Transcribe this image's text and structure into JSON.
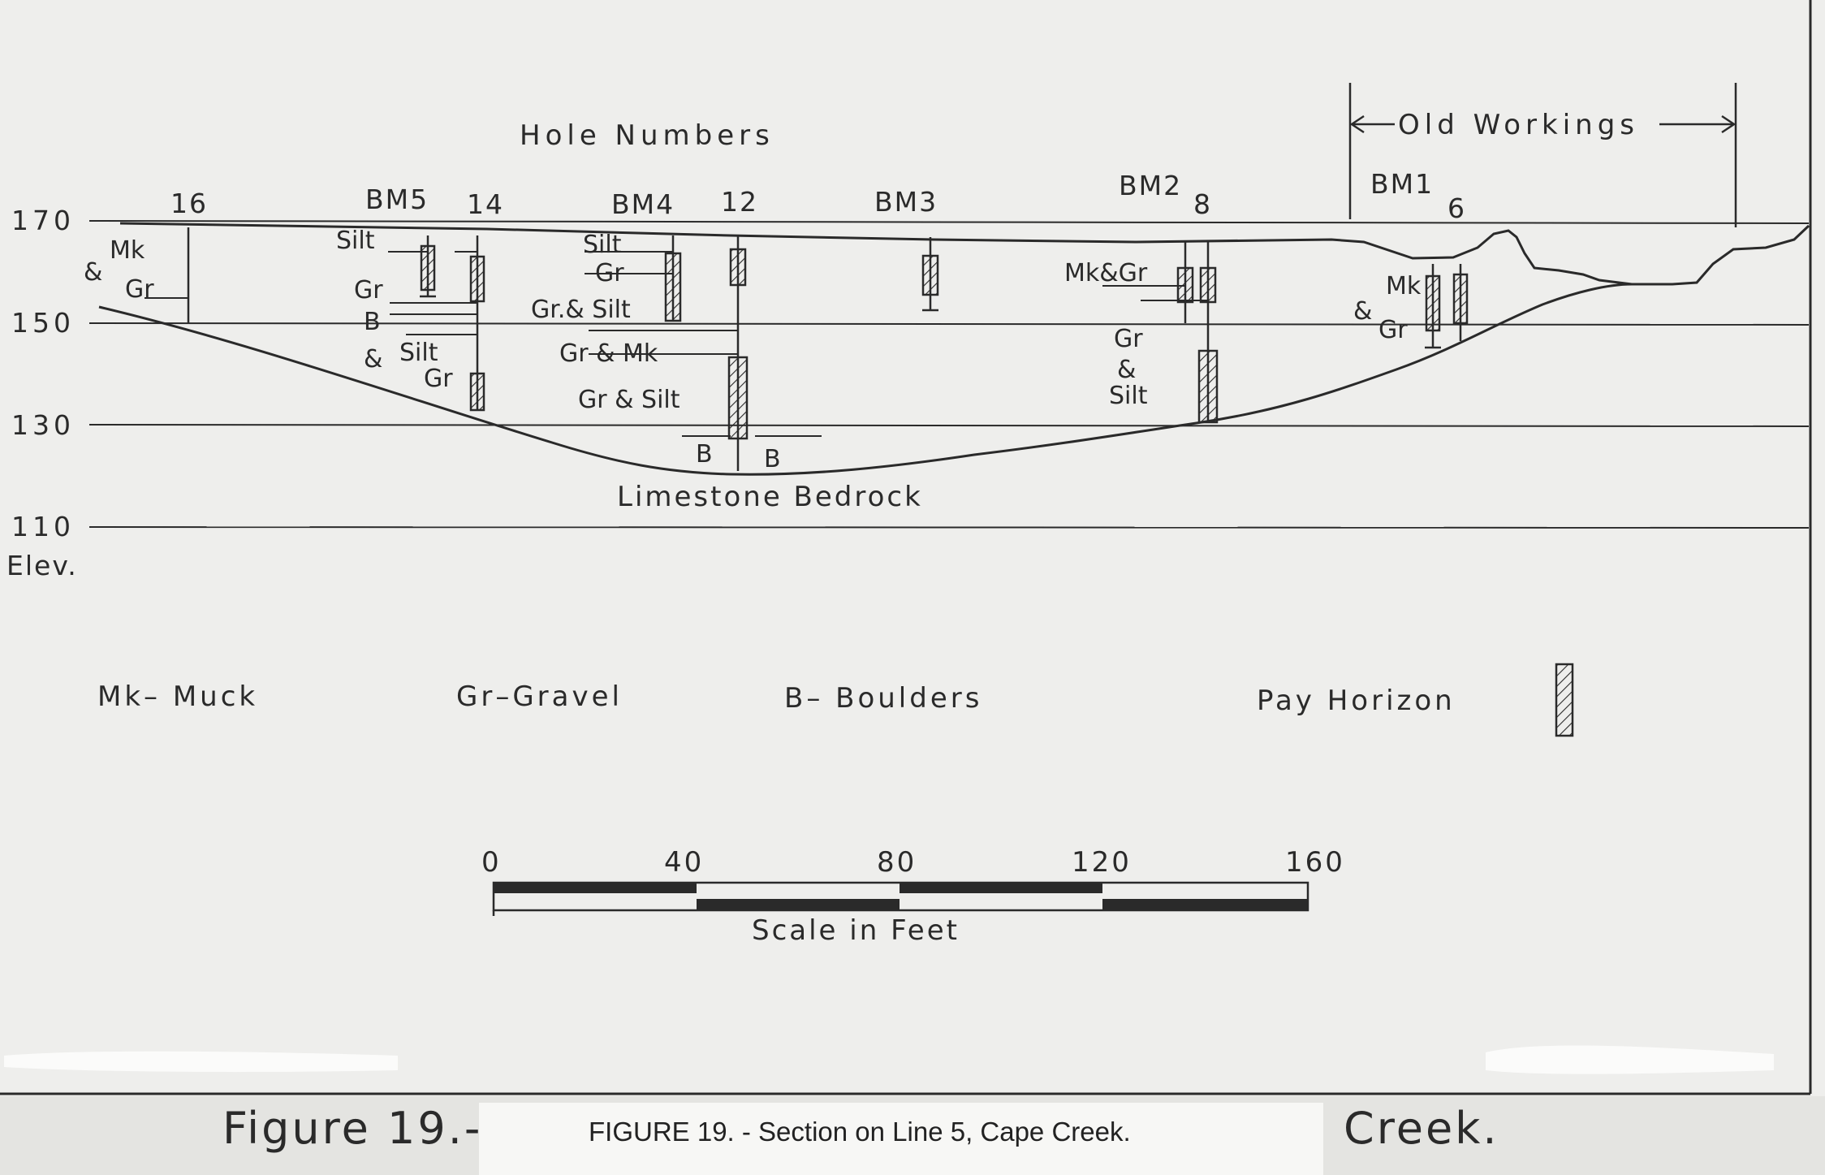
{
  "header": {
    "hole_numbers": "Hole Numbers",
    "old_workings": "Old Workings"
  },
  "elevation_axis": {
    "labels": [
      "170",
      "150",
      "130",
      "110"
    ],
    "unit": "Elev."
  },
  "holes": [
    "16",
    "BM5",
    "14",
    "BM4",
    "12",
    "BM3",
    "BM2",
    "8",
    "BM1",
    "6"
  ],
  "materials": {
    "silt": "Silt",
    "gr": "Gr",
    "mk": "Mk",
    "and": "&",
    "b": "B",
    "gr_and_silt": "Gr.& Silt",
    "gr_and_mk": "Gr & Mk",
    "gr_and_silt_2": "Gr & Silt",
    "mk_and_gr": "Mk&Gr",
    "bedrock": "Limestone Bedrock"
  },
  "legend": {
    "muck": "Mk– Muck",
    "gravel": "Gr–Gravel",
    "boulders": "B– Boulders",
    "pay_horizon": "Pay Horizon"
  },
  "scale_bar": {
    "ticks": [
      "0",
      "40",
      "80",
      "120",
      "160"
    ],
    "label": "Scale in Feet"
  },
  "caption": {
    "left_fragment": "Figure 19.-",
    "text": "FIGURE 19. - Section on Line 5, Cape Creek.",
    "right_fragment": "Creek."
  },
  "colors": {
    "paper": "#eeeeec",
    "ink": "#2a2a2a",
    "caption_strip": "#f7f7f5"
  }
}
